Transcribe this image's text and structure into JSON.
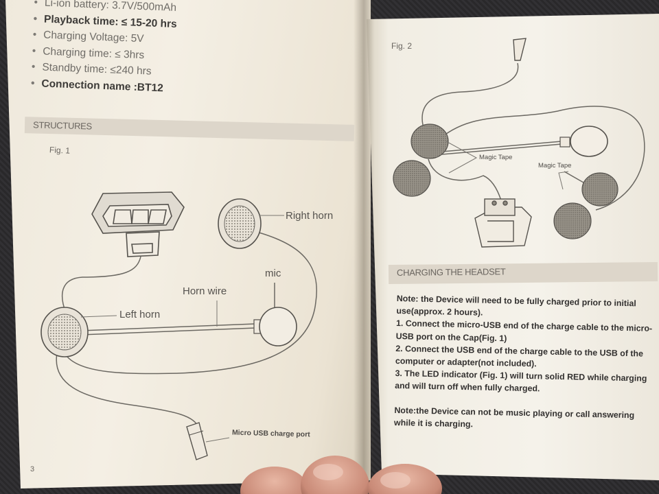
{
  "specs": [
    "Li-ion battery: 3.7V/500mAh",
    "Playback time: ≤ 15-20 hrs",
    "Charging Voltage: 5V",
    "Charging time: ≤ 3hrs",
    "Standby time: ≤240 hrs",
    "Connection name :BT12"
  ],
  "left": {
    "section_title": "STRUCTURES",
    "fig_label": "Fig. 1",
    "labels": {
      "right_horn": "Right horn",
      "mic": "mic",
      "horn_wire": "Horn wire",
      "left_horn": "Left horn",
      "usb_port": "Micro USB charge port"
    },
    "page_number": "3"
  },
  "right": {
    "fig_label": "Fig. 2",
    "magic_tape_1": "Magic Tape",
    "magic_tape_2": "Magic Tape",
    "section_title": "CHARGING THE HEADSET",
    "note_lines": [
      "Note: the Device will need to be fully charged prior to initial use(approx. 2 hours).",
      "1. Connect the micro-USB end of the charge cable to the micro-USB port on the Cap(Fig. 1)",
      "2. Connect the USB end of the charge cable to the USB of the computer or adapter(not included).",
      "3. The LED indicator (Fig. 1) will turn solid RED while charging and will turn off when fully charged."
    ],
    "note_final": "Note:the Device can not be music playing or call answering while it is charging."
  },
  "colors": {
    "paper": "#f2ede3",
    "ink": "#3a3835",
    "pad": "#8f8a80",
    "background": "#2b2a2c"
  }
}
